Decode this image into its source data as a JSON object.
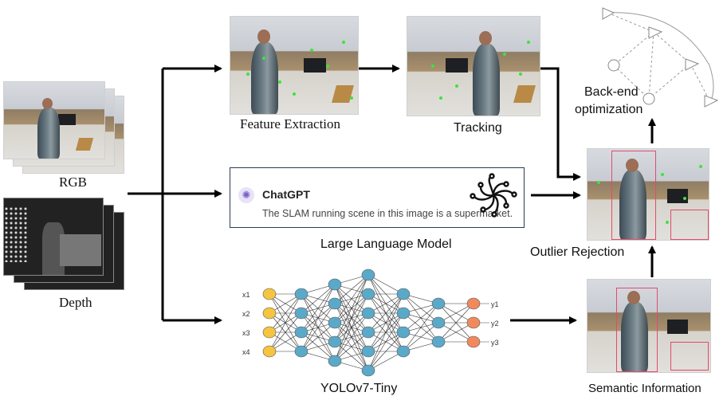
{
  "labels": {
    "rgb": "RGB",
    "depth": "Depth",
    "feature_extraction": "Feature Extraction",
    "tracking": "Tracking",
    "llm": "Large Language Model",
    "yolo": "YOLOv7-Tiny",
    "semantic": "Semantic Information",
    "outlier": "Outlier Rejection",
    "backend_line1": "Back-end",
    "backend_line2": "optimization"
  },
  "chatgpt": {
    "title": "ChatGPT",
    "message": "The SLAM running scene in this image is a supermarket."
  },
  "network": {
    "inputs": [
      "x1",
      "x2",
      "x3",
      "x4"
    ],
    "outputs": [
      "y1",
      "y2",
      "y3"
    ],
    "layer_sizes": [
      4,
      4,
      5,
      6,
      4,
      3,
      3
    ],
    "colors": {
      "input": "#f5c542",
      "hidden": "#5aa9c9",
      "output": "#f08a5d"
    }
  },
  "colors": {
    "arrow": "#000000",
    "box_border": "#2b3a55",
    "mask": "#e24b6b",
    "feature": "#3de33d"
  }
}
